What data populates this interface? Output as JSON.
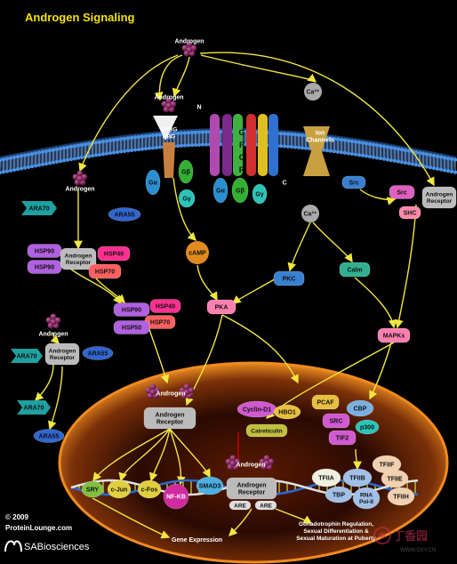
{
  "title": "Androgen Signaling",
  "nodes": {
    "androgen_top": "Androgen",
    "shbg_1": "SHBG",
    "shbg_2": "HBG",
    "androgen_shbg": "Androgen",
    "n_terminal": "N",
    "c_terminal": "C",
    "gpcr": [
      "G",
      "P",
      "C",
      "R"
    ],
    "ca_out": "Ca²⁺",
    "ion_channels": "Ion\nChannels",
    "ca_in": "Ca²⁺",
    "src_mem": "Src",
    "src_2": "Src",
    "shc": "SHC",
    "ar_membrane": "Androgen\nReceptor",
    "ga_left": "Gα",
    "gb_left": "Gβ",
    "gy_left": "Gγ",
    "ga_mid": "Gα",
    "gb_mid": "Gβ",
    "gy_mid": "Gγ",
    "androgen_left": "Androgen",
    "ara70_1": "ARA70",
    "ara55_1": "ARA55",
    "hsp90_a": "HSP90",
    "hsp90_b": "HSP90",
    "ar_complex": "Androgen\nReceptor",
    "hsp40_a": "HSP40",
    "hsp70_a": "HSP70",
    "camp": "cAMP",
    "pkc": "PKC",
    "calm": "Calm",
    "pka": "PKA",
    "hsp90_c": "HSP90",
    "hsp40_b": "HSP40",
    "hsp70_b": "HSP70",
    "hsp50": "HSP50",
    "androgen_mid": "Androgen",
    "ara70_2": "ARA70",
    "ar_mid": "Androgen\nReceptor",
    "ara55_2": "ARA55",
    "mapks": "MAPKs",
    "ara70_3": "ARA70",
    "ara55_3": "ARA55",
    "androgen_nuc": "Androgen",
    "ar_nuc": "Androgen\nReceptor",
    "cyclin_d1": "Cyclin-D1",
    "hbo1": "HBO1",
    "calreticulin": "Calreticulin",
    "pcaf": "PCAF",
    "cbp": "CBP",
    "src_nuc": "SRC",
    "p300": "p300",
    "tif2": "TIF2",
    "androgen_dna": "Androgen",
    "ar_dna": "Androgen\nReceptor",
    "are_1": "ARE",
    "are_2": "ARE",
    "sry": "SRY",
    "cjun": "c-Jun",
    "cfos": "c-Fos",
    "nfkb": "NF-KB",
    "smad3": "SMAD3",
    "tfiif": "TFIIF",
    "tfiia": "TFIIA",
    "tfiib": "TFIIB",
    "tfiie": "TFIIE",
    "tbp": "TBP",
    "rna_pol": "RNA\nPol-II",
    "tfiih": "TFIIH"
  },
  "outputs": {
    "gene_expression": "Gene Expression",
    "gonadotrophin": "Gonadotrophin Regulation,\nSexual Differentiation &\nSexual Maturation at Puberty"
  },
  "footer": {
    "copyright": "© 2009",
    "site": "ProteinLounge.com",
    "brand": "SABiosciences"
  },
  "watermark": {
    "name": "丁香园",
    "url": "WWW.DXY.CN"
  },
  "colors": {
    "background": "#000000",
    "arrow": "#f0e640",
    "title": "#f5e000",
    "membrane_head": "#4a8fe0",
    "nucleus_rim": "#e07a12",
    "nucleus_core": "#2a0a00",
    "androgen": "#7a1850"
  }
}
